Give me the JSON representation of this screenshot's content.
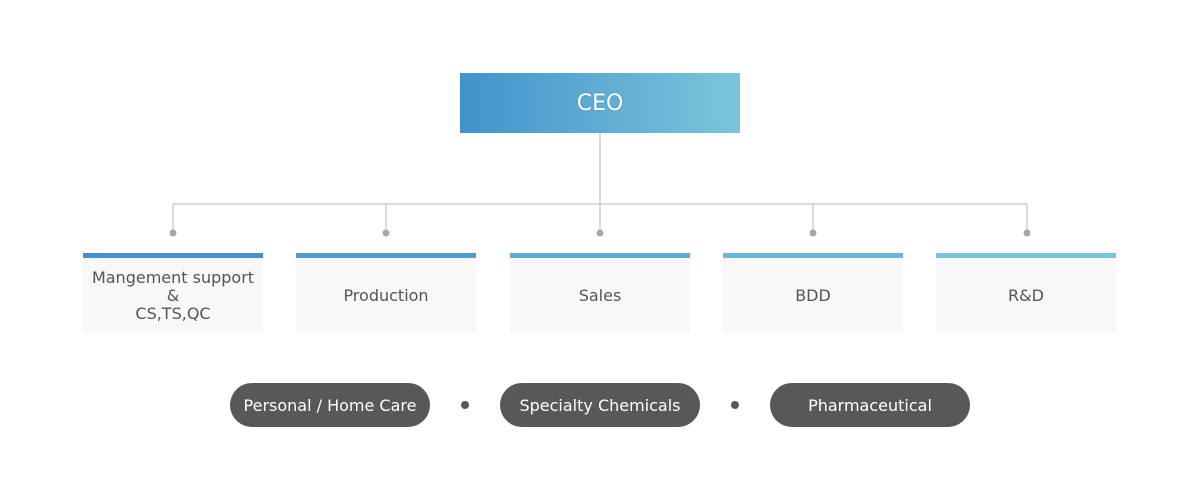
{
  "ceo": {
    "label": "CEO",
    "gradient_start": "#4293cc",
    "gradient_end": "#7cc5db"
  },
  "departments": [
    {
      "label": "Mangement support\n&\nCS,TS,QC",
      "bar_color": "#4293cc"
    },
    {
      "label": "Production",
      "bar_color": "#4f9ecf"
    },
    {
      "label": "Sales",
      "bar_color": "#5eaad3"
    },
    {
      "label": "BDD",
      "bar_color": "#6bb6d8"
    },
    {
      "label": "R&D",
      "bar_color": "#7ac3dd"
    }
  ],
  "business_areas": [
    {
      "label": "Personal / Home Care"
    },
    {
      "label": "Specialty Chemicals"
    },
    {
      "label": "Pharmaceutical"
    }
  ],
  "colors": {
    "connector_line": "#b4b4b4",
    "connector_dot": "#a8a8a8",
    "pill_background": "#58585a",
    "department_text": "#555555",
    "department_background": "#f8f8f8"
  }
}
